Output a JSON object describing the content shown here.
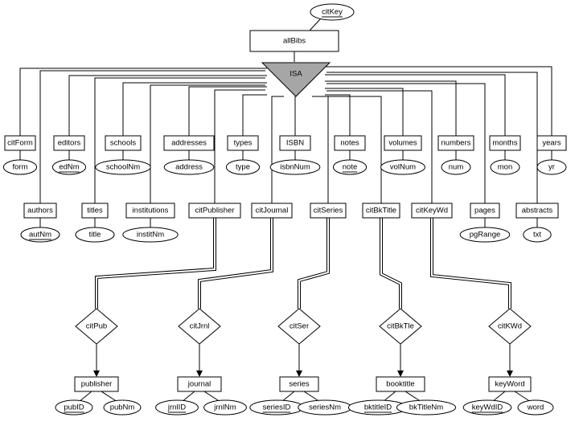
{
  "root_attribute": {
    "label": "citKey",
    "key": true
  },
  "root_entity": {
    "label": "allBibs"
  },
  "isa": {
    "label": "ISA"
  },
  "top_row": [
    {
      "entity": "citForm",
      "attr": "form",
      "key": false
    },
    {
      "entity": "editors",
      "attr": "edNm",
      "key": true
    },
    {
      "entity": "schools",
      "attr": "schoolNm",
      "key": false
    },
    {
      "entity": "addresses",
      "attr": "address",
      "key": false
    },
    {
      "entity": "types",
      "attr": "type",
      "key": false
    },
    {
      "entity": "ISBN",
      "attr": "isbnNum",
      "key": false
    },
    {
      "entity": "notes",
      "attr": "note",
      "key": true
    },
    {
      "entity": "volumes",
      "attr": "volNum",
      "key": false
    },
    {
      "entity": "numbers",
      "attr": "num",
      "key": false
    },
    {
      "entity": "months",
      "attr": "mon",
      "key": false
    },
    {
      "entity": "years",
      "attr": "yr",
      "key": false
    }
  ],
  "mid_row": [
    {
      "entity": "authors",
      "attr": "autNm",
      "key": true
    },
    {
      "entity": "titles",
      "attr": "title",
      "key": false
    },
    {
      "entity": "institutions",
      "attr": "institNm",
      "key": false
    },
    {
      "entity": "citPublisher",
      "attr": "",
      "key": false
    },
    {
      "entity": "citJournal",
      "attr": "",
      "key": false
    },
    {
      "entity": "citSeries",
      "attr": "",
      "key": false
    },
    {
      "entity": "citBkTitle",
      "attr": "",
      "key": false
    },
    {
      "entity": "citKeyWd",
      "attr": "",
      "key": false
    },
    {
      "entity": "pages",
      "attr": "pgRange",
      "key": false
    },
    {
      "entity": "abstracts",
      "attr": "txt",
      "key": false
    }
  ],
  "relationships": [
    {
      "from": "citPublisher",
      "diamond": "citPub",
      "entity": "publisher",
      "key_attr": "pubID",
      "attr": "pubNm"
    },
    {
      "from": "citJournal",
      "diamond": "citJrnl",
      "entity": "journal",
      "key_attr": "jrnlID",
      "attr": "jrnlNm"
    },
    {
      "from": "citSeries",
      "diamond": "citSer",
      "entity": "series",
      "key_attr": "seriesID",
      "attr": "seriesNm"
    },
    {
      "from": "citBkTitle",
      "diamond": "citBkTle",
      "entity": "booktitle",
      "key_attr": "bktitleID",
      "attr": "bkTitleNm"
    },
    {
      "from": "citKeyWd",
      "diamond": "citKWd",
      "entity": "keyWord",
      "key_attr": "keyWdID",
      "attr": "word"
    }
  ],
  "colors": {
    "isa_fill": "#a6a6a6",
    "line": "#000000",
    "background": "#ffffff"
  }
}
